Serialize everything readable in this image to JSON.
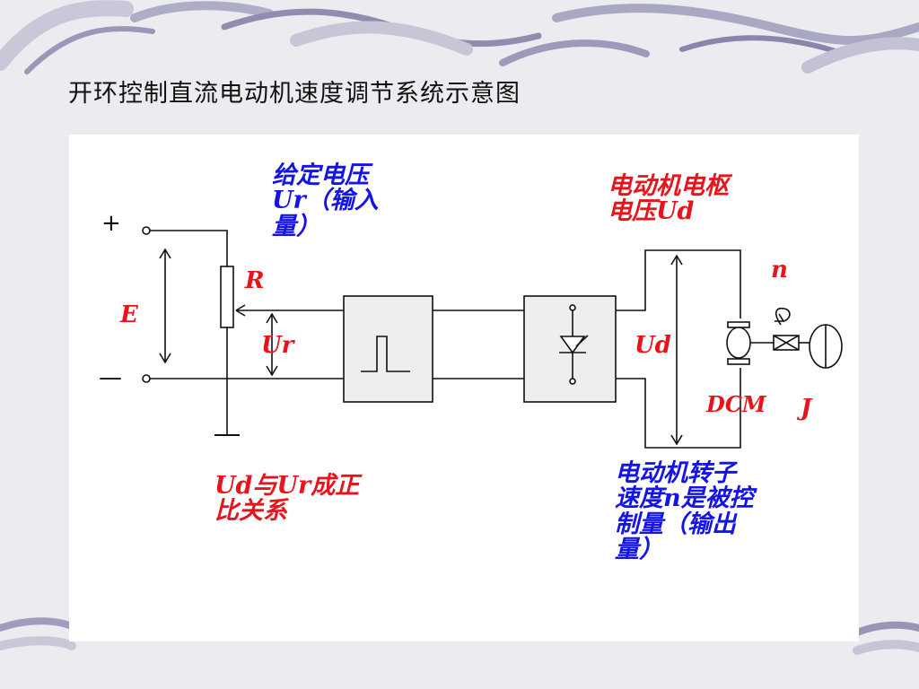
{
  "slide": {
    "title": "开环控制直流电动机速度调节系统示意图"
  },
  "diagram": {
    "input_annotation": {
      "line1": "给定电压",
      "line2": "Ur（输入",
      "line3": "量）"
    },
    "armature_annotation": {
      "line1": "电动机电枢",
      "line2": "电压Ud"
    },
    "relation_annotation": {
      "line1": "Ud与Ur成正",
      "line2": "比关系"
    },
    "output_annotation": {
      "line1": "电动机转子",
      "line2": "速度n是被控",
      "line3": "制量（输出",
      "line4": "量）"
    },
    "symbols": {
      "plus": "+",
      "minus": "—",
      "E": "E",
      "R": "R",
      "Ur": "Ur",
      "Ud": "Ud",
      "n": "n",
      "DCM": "DCM",
      "J": "J"
    },
    "colors": {
      "blue_text": "#1414e6",
      "red_text": "#e8141c",
      "block_fill": "#eeeeee"
    }
  }
}
